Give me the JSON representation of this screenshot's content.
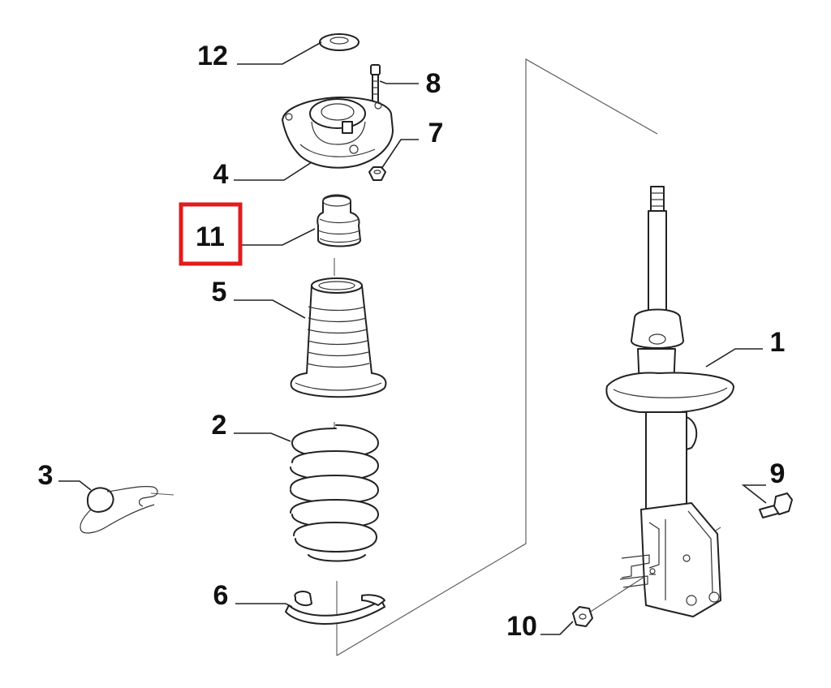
{
  "callouts": [
    "12",
    "8",
    "7",
    "4",
    "11",
    "5",
    "2",
    "3",
    "6",
    "1",
    "9",
    "10"
  ],
  "highlight": {
    "label": "11",
    "color": "#e31b1b"
  },
  "colors": {
    "line": "#222222",
    "text": "#111111",
    "background": "#ffffff"
  }
}
